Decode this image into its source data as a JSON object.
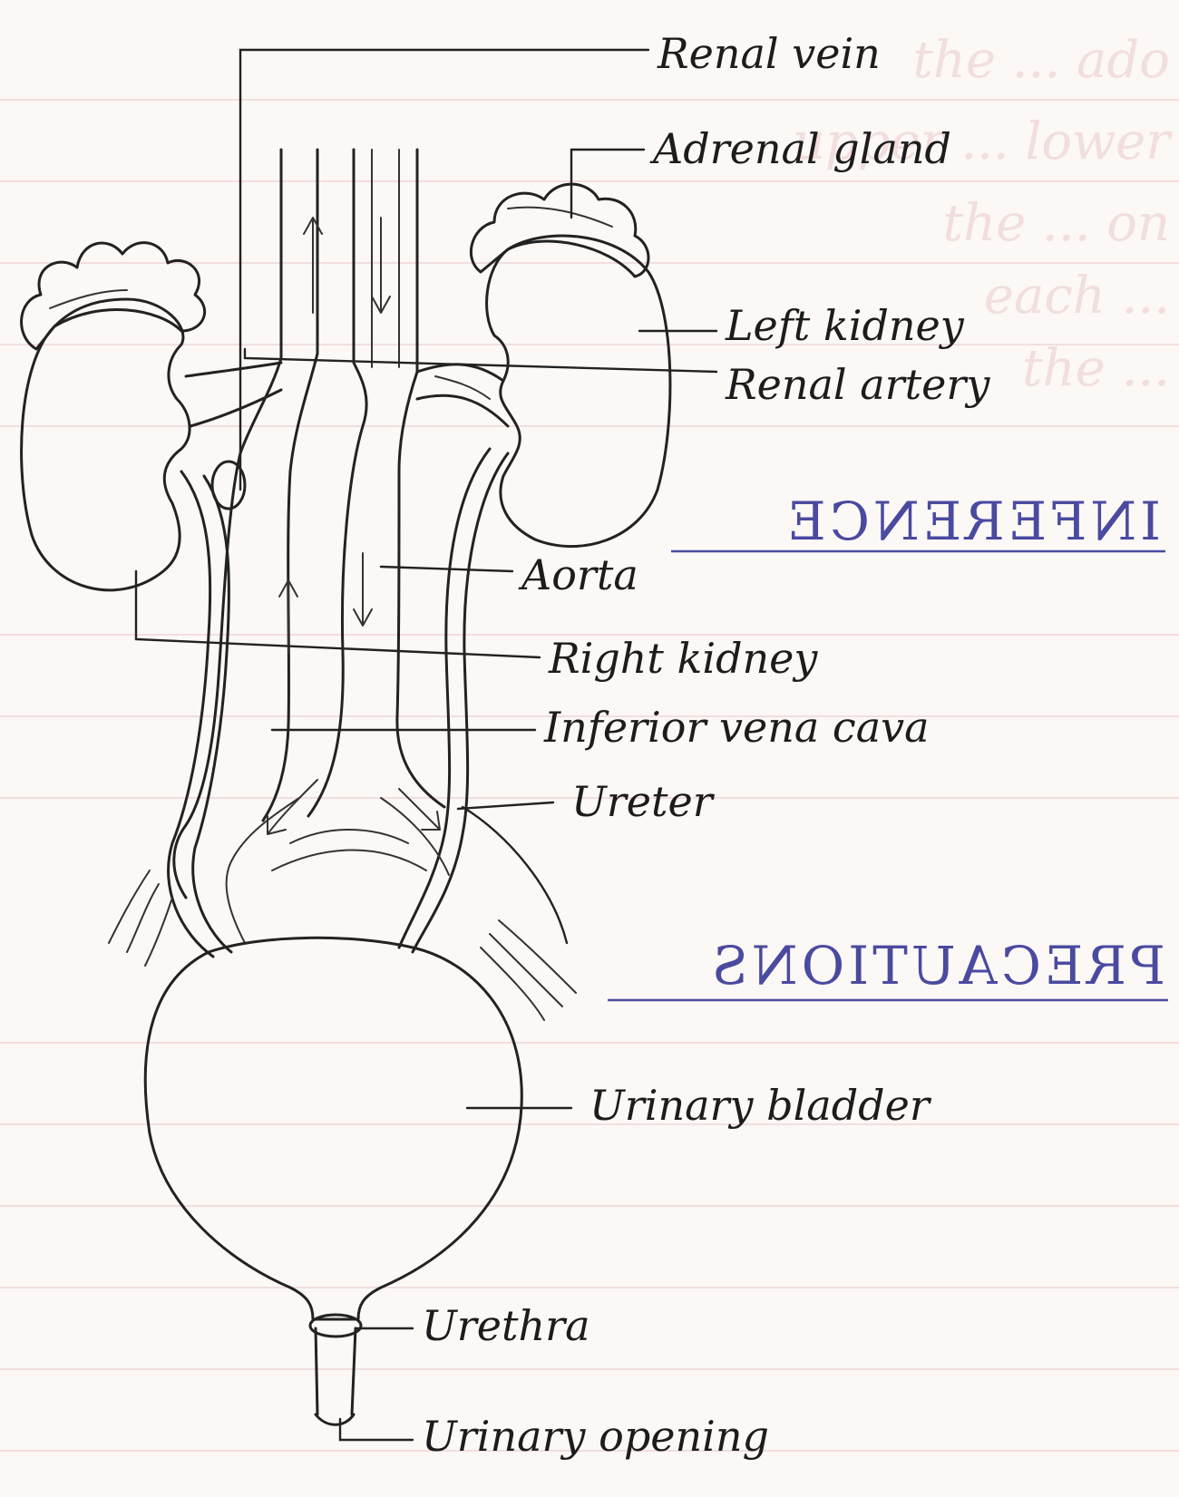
{
  "labels": {
    "renal_vein": "Renal vein",
    "adrenal_gland": "Adrenal gland",
    "left_kidney": "Left kidney",
    "renal_artery": "Renal artery",
    "aorta": "Aorta",
    "right_kidney": "Right kidney",
    "inferior_vena_cava": "Inferior vena cava",
    "ureter": "Ureter",
    "urinary_bladder": "Urinary bladder",
    "urethra": "Urethra",
    "urinary_opening": "Urinary opening"
  },
  "headings": {
    "inference": "INFERENCE",
    "precautions": "PRECAUTIONS"
  },
  "show_through_lines": [
    "the ... ado",
    "upper ... lower",
    "the ... on",
    "each ... ",
    "the ... "
  ],
  "colors": {
    "ink": "#222222",
    "heading_ink": "#4a4aa0",
    "paper": "#fbf8f6",
    "bleed_through": "#e9c9c9"
  }
}
